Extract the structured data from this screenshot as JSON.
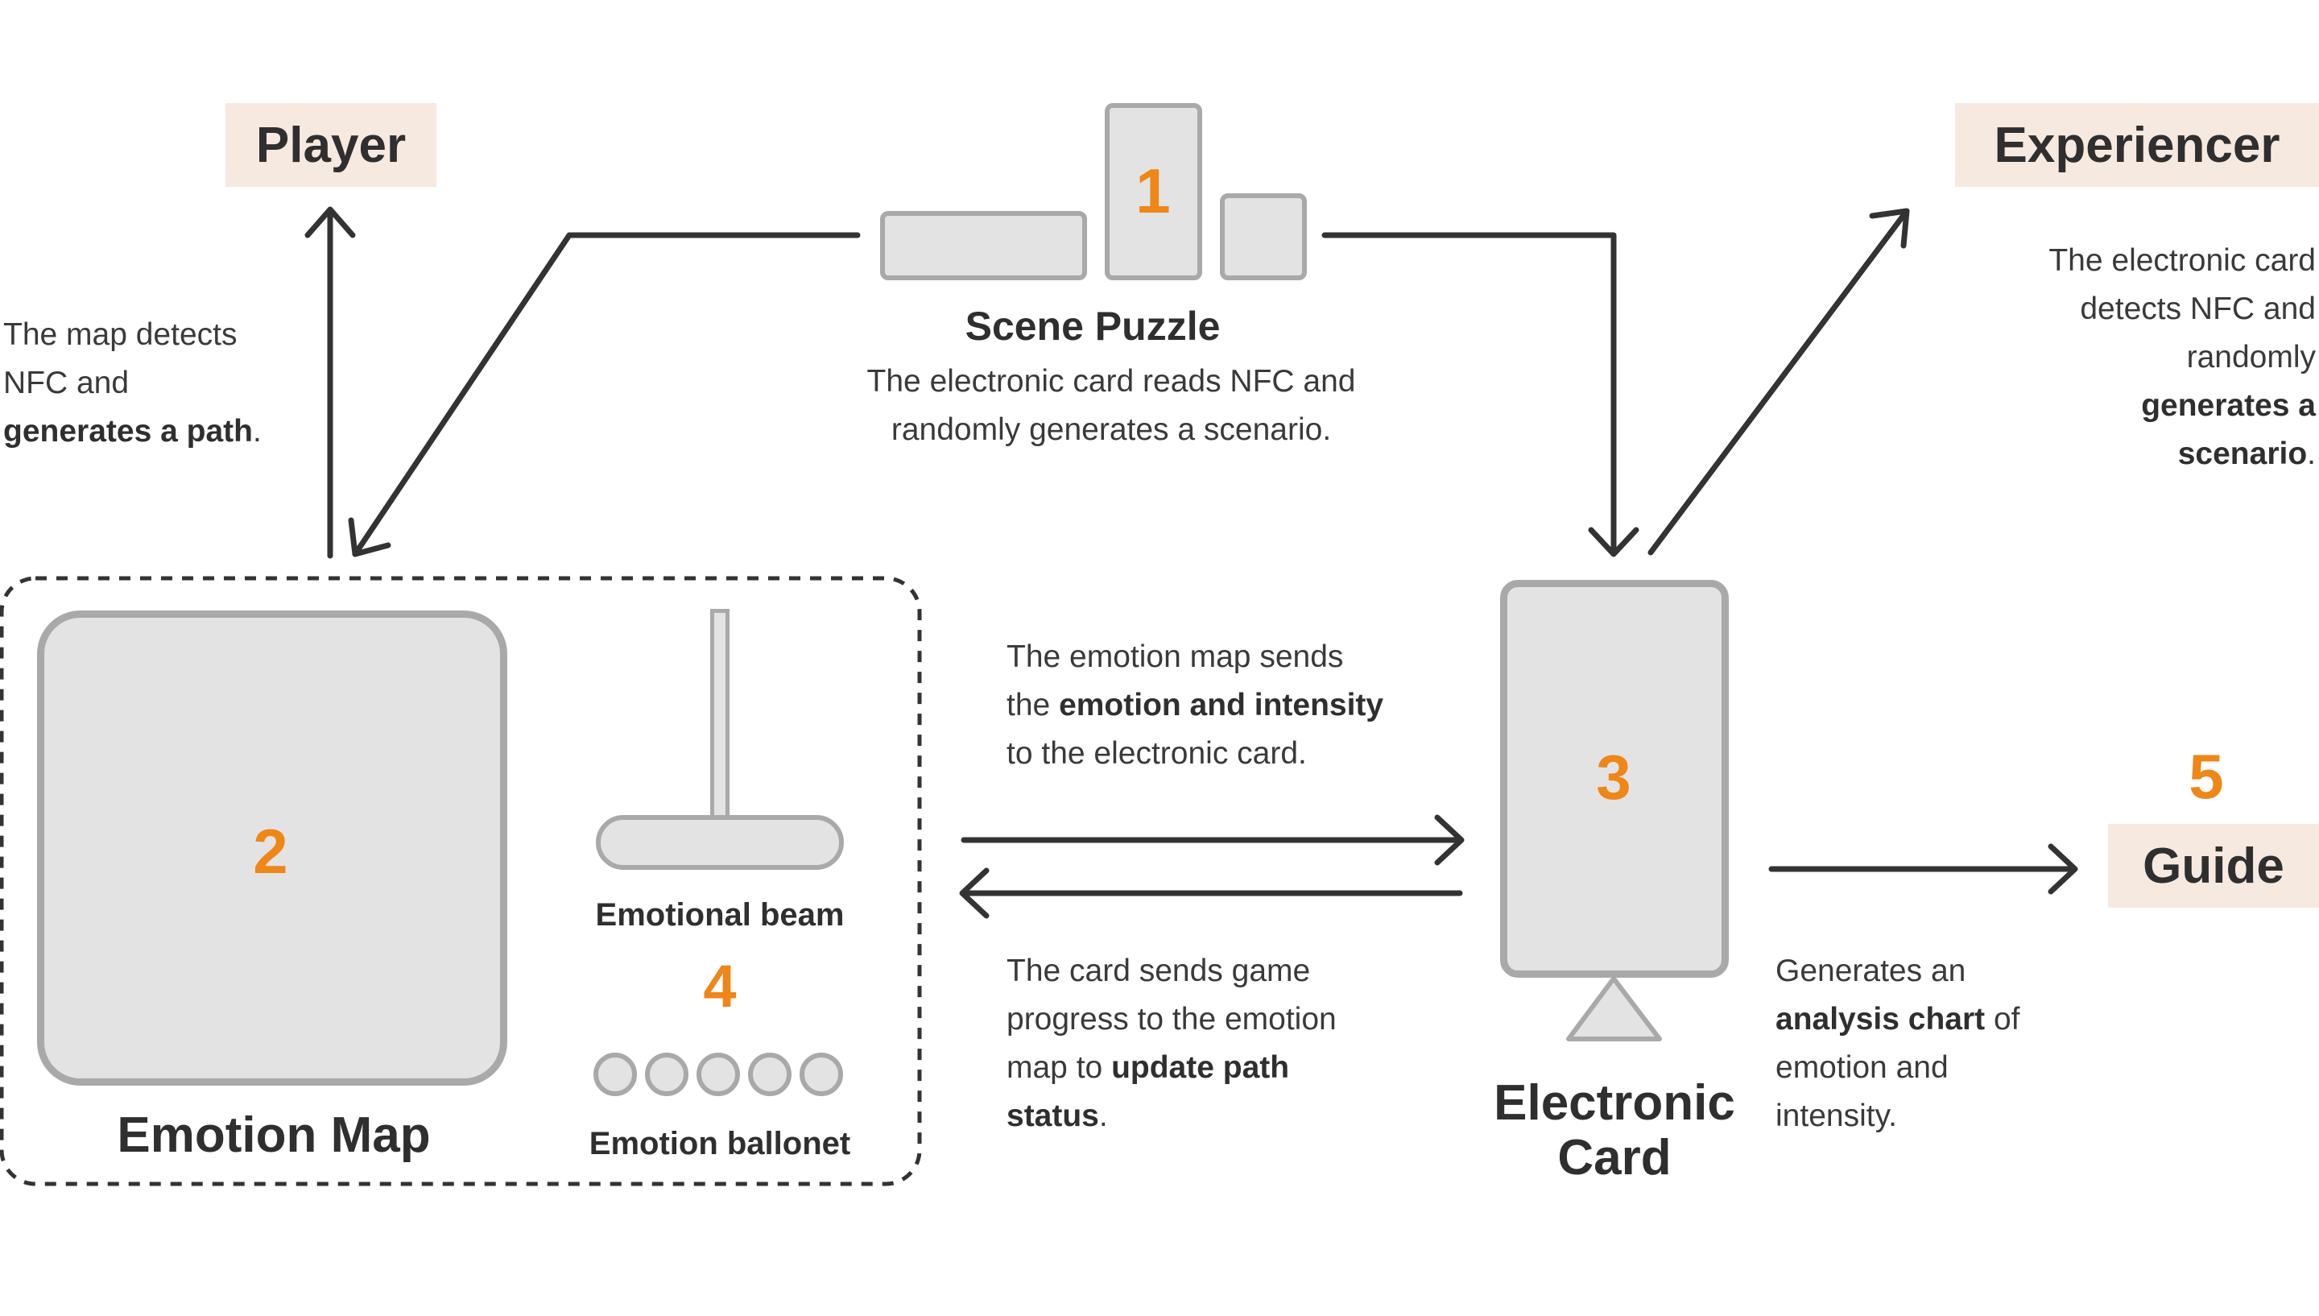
{
  "nodes": {
    "player": {
      "label": "Player"
    },
    "experiencer": {
      "label": "Experiencer"
    },
    "guide": {
      "label": "Guide",
      "number": "5"
    },
    "scene_puzzle": {
      "number": "1",
      "title": "Scene Puzzle"
    },
    "emotion_map": {
      "number": "2",
      "title": "Emotion Map"
    },
    "electronic_card": {
      "number": "3",
      "title_line1": "Electronic",
      "title_line2": "Card"
    },
    "emotional_beam": {
      "title": "Emotional beam"
    },
    "emotion_ballonet": {
      "number": "4",
      "title": "Emotion ballonet"
    }
  },
  "descriptions": {
    "map_detects": [
      "The map detects",
      "NFC and",
      "generates a path",
      "."
    ],
    "scene_puzzle": [
      "The electronic card reads NFC and",
      "randomly generates a scenario."
    ],
    "experiencer": [
      "The electronic card",
      "detects NFC and",
      "randomly",
      "generates a",
      "scenario",
      "."
    ],
    "map_to_card": [
      "The emotion map sends",
      "the ",
      "emotion and intensity",
      "to the electronic card."
    ],
    "card_to_map": [
      "The card sends game",
      "progress to the emotion",
      "map to ",
      "update path",
      "status",
      "."
    ],
    "card_to_guide": [
      "Generates an",
      "analysis chart",
      " of",
      "emotion and",
      "intensity."
    ]
  },
  "colors": {
    "accent": "#EE8618",
    "tag_bg": "#F6E9DF",
    "shape_fill": "#E3E3E3",
    "shape_stroke": "#A9A9A9",
    "line": "#333333"
  }
}
